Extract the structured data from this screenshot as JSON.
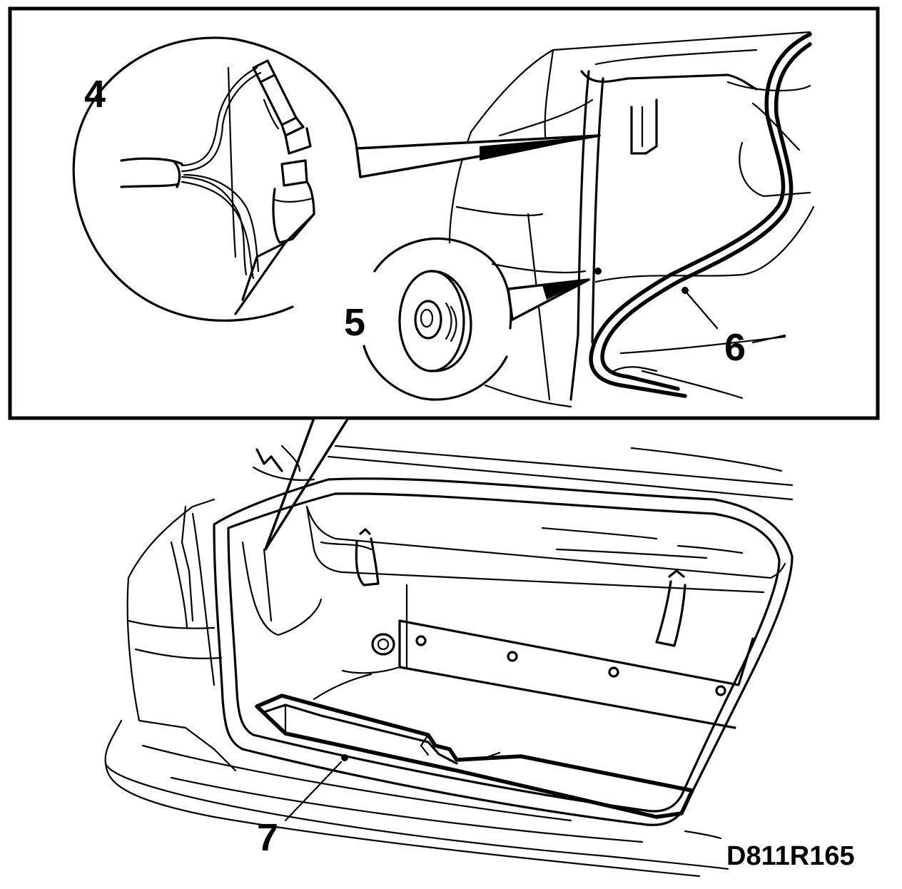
{
  "callouts": {
    "c4": "4",
    "c5": "5",
    "c6": "6",
    "c7": "7"
  },
  "figure_code": "D811R165",
  "colors": {
    "ink": "#000000",
    "paper": "#ffffff"
  }
}
